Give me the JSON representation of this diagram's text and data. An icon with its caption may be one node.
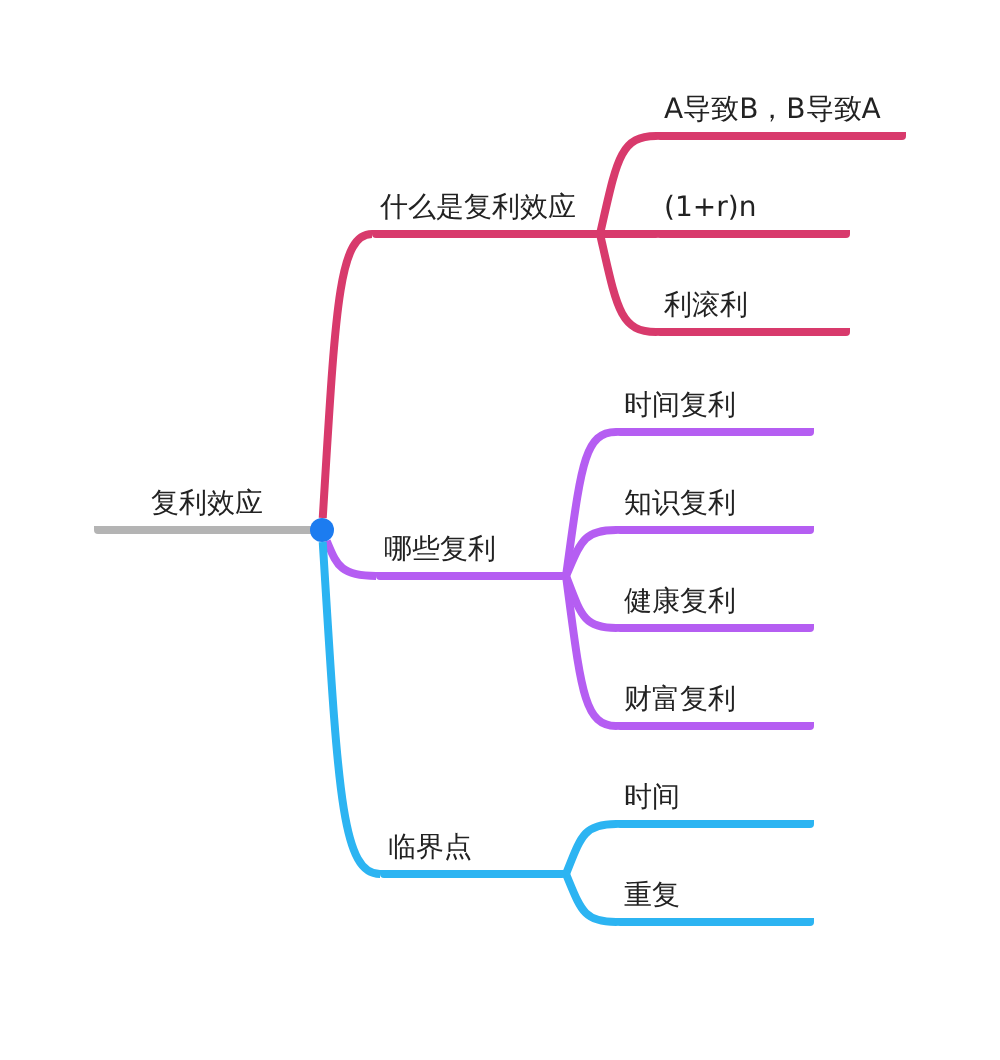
{
  "diagram": {
    "nodes": [
      {
        "text": [
          "复利效应"
        ]
      },
      {
        "text": [
          "什么是复利效应"
        ]
      },
      {
        "text": [
          "A导致B，B导致A"
        ]
      },
      {
        "text": [
          "(1+r)n"
        ]
      },
      {
        "text": [
          "利滚利"
        ]
      },
      {
        "text": [
          "哪些复利"
        ]
      },
      {
        "text": [
          "时间复利"
        ]
      },
      {
        "text": [
          "知识复利"
        ]
      },
      {
        "text": [
          "健康复利"
        ]
      },
      {
        "text": [
          "财富复利"
        ]
      },
      {
        "text": [
          "临界点"
        ]
      },
      {
        "text": [
          "时间"
        ]
      },
      {
        "text": [
          "重复"
        ]
      }
    ],
    "edges": [
      {
        "from": 0,
        "to": 1,
        "arrow": "none",
        "color": "#d83a6c"
      },
      {
        "from": 1,
        "to": 2,
        "arrow": "none",
        "color": "#d83a6c"
      },
      {
        "from": 1,
        "to": 3,
        "arrow": "none",
        "color": "#d83a6c"
      },
      {
        "from": 1,
        "to": 4,
        "arrow": "none",
        "color": "#d83a6c"
      },
      {
        "from": 0,
        "to": 5,
        "arrow": "none"
      },
      {
        "from": 5,
        "to": 6,
        "arrow": "none"
      },
      {
        "from": 5,
        "to": 7,
        "arrow": "none"
      },
      {
        "from": 5,
        "to": 8,
        "arrow": "none"
      },
      {
        "from": 5,
        "to": 9,
        "arrow": "none"
      },
      {
        "from": 0,
        "to": 10,
        "arrow": "none",
        "color": "#2cb4f2"
      },
      {
        "from": 10,
        "to": 11,
        "arrow": "none",
        "color": "#2cb4f2"
      },
      {
        "from": 10,
        "to": 12,
        "arrow": "none",
        "color": "#2cb4f2"
      }
    ]
  }
}
